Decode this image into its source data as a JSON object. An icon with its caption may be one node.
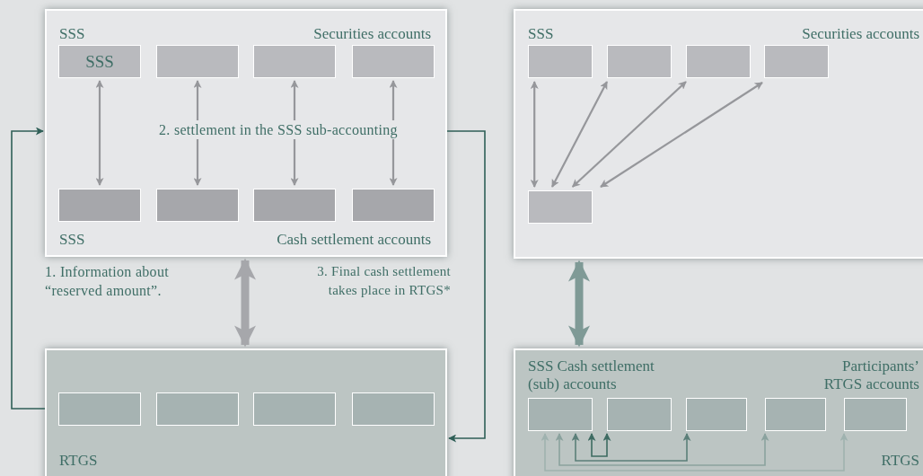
{
  "diagram": {
    "nodes": [
      {
        "text": [
          "SSS",
          "Securities accounts",
          "SSS",
          "Cash settlement accounts"
        ]
      },
      {
        "text": [
          "SSS"
        ],
        "in": 0
      },
      {
        "text": [],
        "shape": "box",
        "in": 0
      },
      {
        "text": [],
        "shape": "box",
        "in": 0
      },
      {
        "text": [],
        "shape": "box",
        "in": 0
      },
      {
        "text": [],
        "shape": "box",
        "in": 0
      },
      {
        "text": [],
        "shape": "box",
        "in": 0
      },
      {
        "text": [],
        "shape": "box",
        "in": 0
      },
      {
        "text": [],
        "shape": "box",
        "in": 0
      },
      {
        "text": [
          "RTGS"
        ]
      },
      {
        "text": [],
        "shape": "box",
        "in": 9
      },
      {
        "text": [],
        "shape": "box",
        "in": 9
      },
      {
        "text": [],
        "shape": "box",
        "in": 9
      },
      {
        "text": [],
        "shape": "box",
        "in": 9
      },
      {
        "text": [
          "SSS",
          "Securities accounts"
        ]
      },
      {
        "text": [],
        "shape": "box",
        "in": 14
      },
      {
        "text": [],
        "shape": "box",
        "in": 14
      },
      {
        "text": [],
        "shape": "box",
        "in": 14
      },
      {
        "text": [],
        "shape": "box",
        "in": 14
      },
      {
        "text": [],
        "shape": "box",
        "in": 14
      },
      {
        "text": [
          "SSS Cash settlement (sub) accounts",
          "Participants’ RTGS accounts",
          "RTGS"
        ]
      },
      {
        "text": [],
        "shape": "box",
        "in": 20
      },
      {
        "text": [],
        "shape": "box",
        "in": 20
      },
      {
        "text": [],
        "shape": "box",
        "in": 20
      },
      {
        "text": [],
        "shape": "box",
        "in": 20
      },
      {
        "text": [],
        "shape": "box",
        "in": 20
      }
    ],
    "edges": [
      {
        "from": 1,
        "to": 5,
        "arrow": "both"
      },
      {
        "from": 2,
        "to": 6,
        "arrow": "both"
      },
      {
        "from": 3,
        "to": 7,
        "arrow": "both"
      },
      {
        "from": 4,
        "to": 8,
        "arrow": "both"
      },
      {
        "from": 0,
        "to": 9,
        "arrow": "both",
        "style": "thick"
      },
      {
        "from": 9,
        "to": 0,
        "arrow": "to",
        "label": "1. Information about “reserved amount”.",
        "color": "#2f5f57"
      },
      {
        "from": 0,
        "to": 9,
        "arrow": "to",
        "label": "3. Final cash settlement takes place in RTGS*",
        "color": "#2f5f57"
      },
      {
        "from": 15,
        "to": 19,
        "arrow": "both"
      },
      {
        "from": 16,
        "to": 19,
        "arrow": "both"
      },
      {
        "from": 17,
        "to": 19,
        "arrow": "both"
      },
      {
        "from": 18,
        "to": 19,
        "arrow": "both"
      },
      {
        "from": 14,
        "to": 20,
        "arrow": "both",
        "style": "thick",
        "color": "#7f9a96"
      },
      {
        "from": 21,
        "to": 22,
        "arrow": "both",
        "color": "#3d6b62"
      },
      {
        "from": 21,
        "to": 23,
        "arrow": "both",
        "color": "#5b7f79"
      },
      {
        "from": 21,
        "to": 24,
        "arrow": "both",
        "color": "#8aa29e"
      },
      {
        "from": 21,
        "to": 25,
        "arrow": "both",
        "color": "#9fb2af"
      }
    ],
    "labels": [
      "2. settlement in the SSS sub-accounting"
    ]
  }
}
